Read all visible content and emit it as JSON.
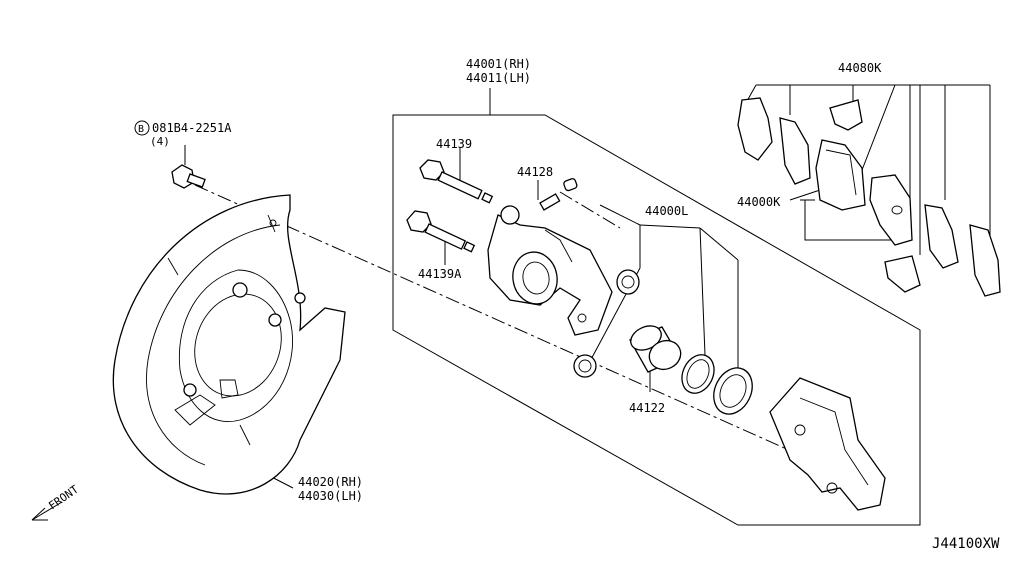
{
  "labels": {
    "caliper_rh": "44001(RH)",
    "caliper_lh": "44011(LH)",
    "pad_kit": "44080K",
    "pad_set": "44000K",
    "seal_kit": "44000L",
    "pin_upper": "44139",
    "pin_lower": "44139A",
    "bleeder": "44128",
    "piston": "44122",
    "plate_rh": "44020(RH)",
    "plate_lh": "44030(LH)",
    "bolt_part": "081B4-2251A",
    "bolt_qty": "(4)",
    "bolt_marker": "B",
    "front": "FRONT",
    "diagram_id": "J44100XW"
  },
  "icons": {
    "front_arrow": "front-arrow-icon",
    "bolt_marker": "circled-b-icon"
  }
}
